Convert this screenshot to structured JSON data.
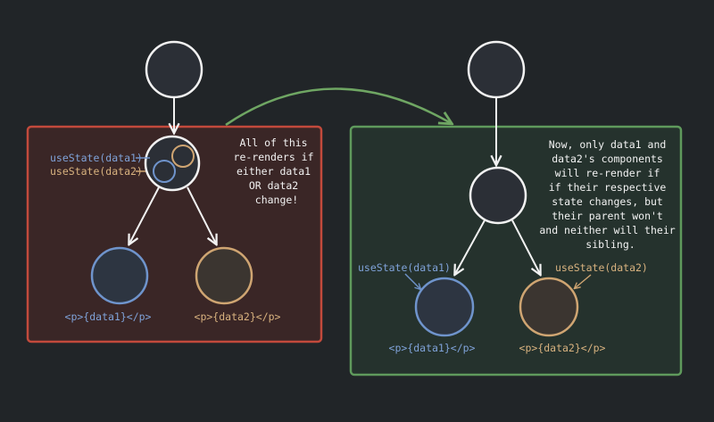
{
  "left": {
    "hook_data1": "useState(data1)",
    "hook_data2": "useState(data2)",
    "note": [
      "All of this",
      "re-renders if",
      "either data1",
      "OR data2",
      "change!"
    ],
    "child1_label": "<p>{data1}</p>",
    "child2_label": "<p>{data2}</p>"
  },
  "right": {
    "note": [
      "Now, only data1 and",
      "data2's components",
      "will re-render if",
      "if their respective",
      "state changes, but",
      "their parent won't",
      "and neither will their",
      "sibling."
    ],
    "hook_data1": "useState(data1)",
    "hook_data2": "useState(data2)",
    "child1_label": "<p>{data1}</p>",
    "child2_label": "<p>{data2}</p>"
  },
  "colors": {
    "background": "#212528",
    "node_fill": "#2b2f36",
    "node_stroke": "#f2f2f2",
    "left_box_fill": "#3a2626",
    "left_box_stroke": "#c24a3c",
    "right_box_fill": "#25322d",
    "right_box_stroke": "#5f9a5c",
    "blue": "#6f94cc",
    "orange": "#cfa572",
    "transition_arrow": "#6fa663"
  }
}
